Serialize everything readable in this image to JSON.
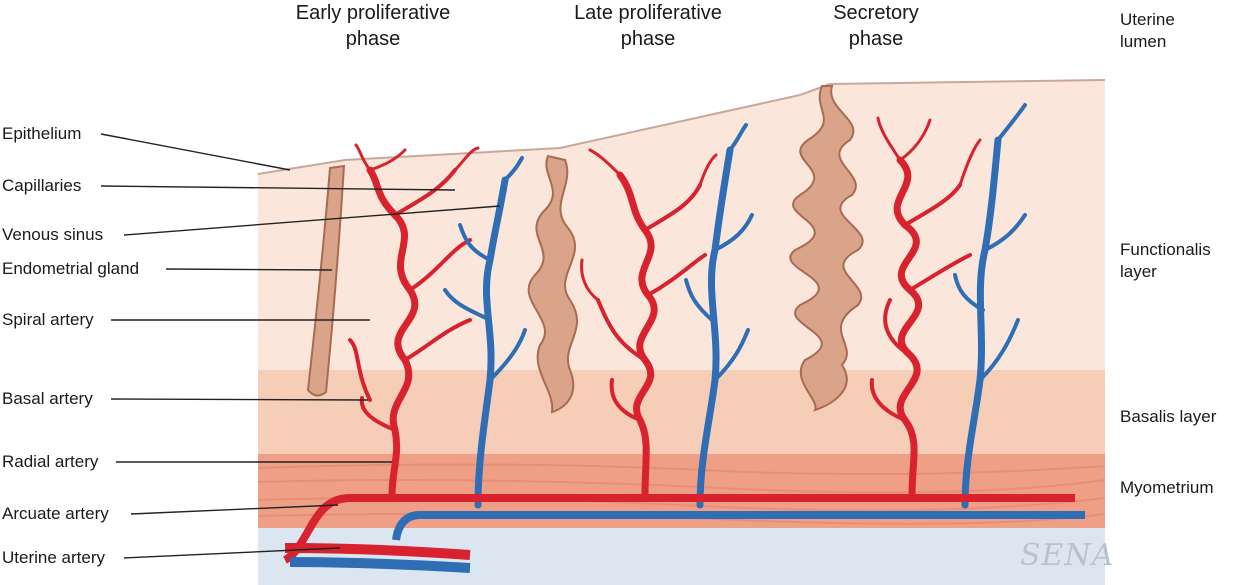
{
  "phases": [
    {
      "line1": "Early proliferative",
      "line2": "phase"
    },
    {
      "line1": "Late proliferative",
      "line2": "phase"
    },
    {
      "line1": "Secretory",
      "line2": "phase"
    }
  ],
  "left_labels": [
    "Epithelium",
    "Capillaries",
    "Venous sinus",
    "Endometrial gland",
    "Spiral artery",
    "Basal artery",
    "Radial artery",
    "Arcuate artery",
    "Uterine artery"
  ],
  "right_labels": {
    "lumen": {
      "line1": "Uterine",
      "line2": "lumen"
    },
    "functionalis": {
      "line1": "Functionalis",
      "line2": "layer"
    },
    "basalis": "Basalis layer",
    "myometrium": "Myometrium"
  },
  "signature": "SENA",
  "colors": {
    "functionalis": "#fbe6dc",
    "basalis": "#f6cdb6",
    "myometrium": "#ee9f85",
    "uterine_base": "#dbe6f0",
    "artery": "#d8222e",
    "vein": "#2f6db5",
    "gland": "#c98a6e"
  }
}
